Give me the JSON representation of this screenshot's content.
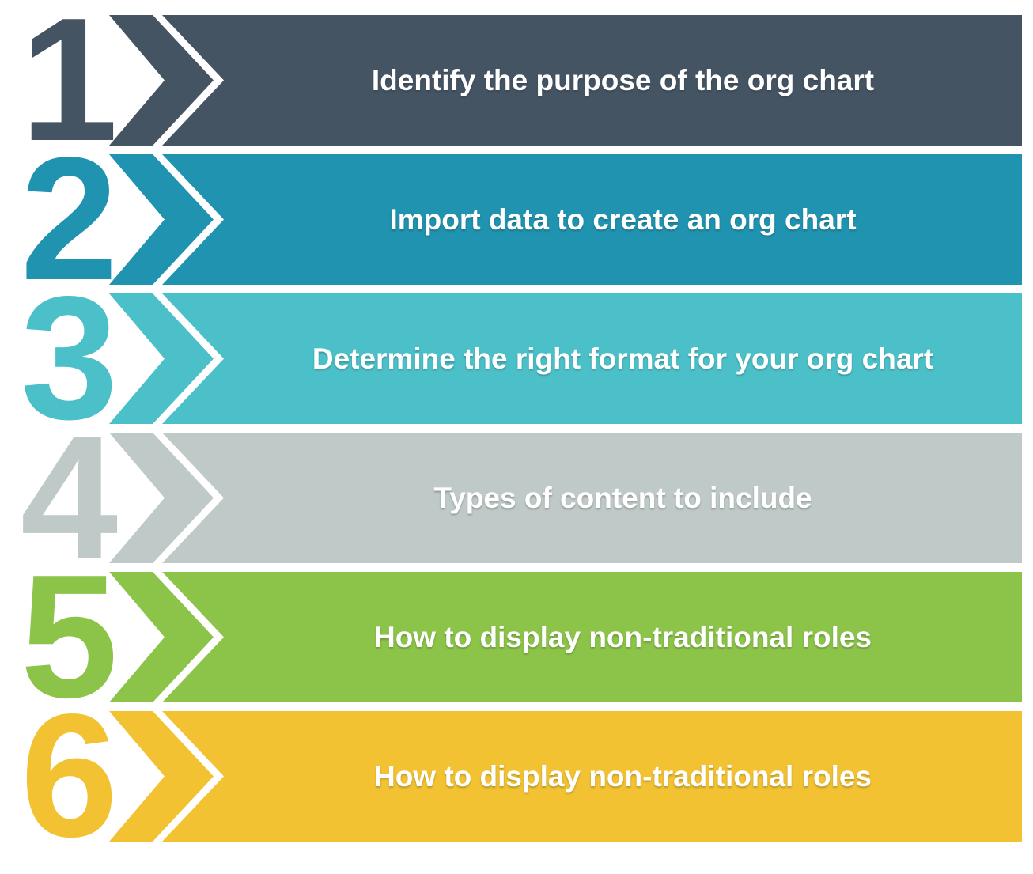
{
  "infographic": {
    "steps": [
      {
        "number": "1",
        "label": "Identify the purpose of the org chart",
        "color": "#445463"
      },
      {
        "number": "2",
        "label": "Import data to create an org chart",
        "color": "#1f93b0"
      },
      {
        "number": "3",
        "label": "Determine the right format for your org chart",
        "color": "#4bc0c8"
      },
      {
        "number": "4",
        "label": "Types of content to include",
        "color": "#bfc9c7"
      },
      {
        "number": "5",
        "label": "How to display non-traditional roles",
        "color": "#8bc448"
      },
      {
        "number": "6",
        "label": "How to display non-traditional roles",
        "color": "#f2c232"
      }
    ],
    "colors": {
      "background": "#ffffff",
      "label_text": "#ffffff"
    }
  }
}
